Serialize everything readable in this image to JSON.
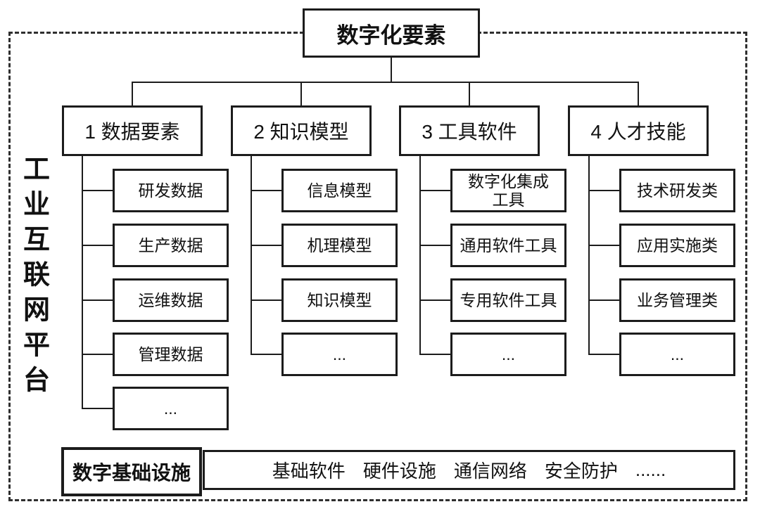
{
  "diagram": {
    "root": "数字化要素",
    "platform": "工业互联网平台",
    "branches": [
      {
        "label": "1 数据要素",
        "children": [
          "研发数据",
          "生产数据",
          "运维数据",
          "管理数据",
          "..."
        ]
      },
      {
        "label": "2 知识模型",
        "children": [
          "信息模型",
          "机理模型",
          "知识模型",
          "..."
        ]
      },
      {
        "label": "3 工具软件",
        "children": [
          "数字化集成\n工具",
          "通用软件工具",
          "专用软件工具",
          "..."
        ]
      },
      {
        "label": "4 人才技能",
        "children": [
          "技术研发类",
          "应用实施类",
          "业务管理类",
          "..."
        ]
      }
    ],
    "foundation": {
      "label": "数字基础设施",
      "items": [
        "基础软件",
        "硬件设施",
        "通信网络",
        "安全防护",
        "......"
      ]
    },
    "colors": {
      "line": "#1c1c1c",
      "text": "#111111",
      "background": "#ffffff"
    }
  }
}
